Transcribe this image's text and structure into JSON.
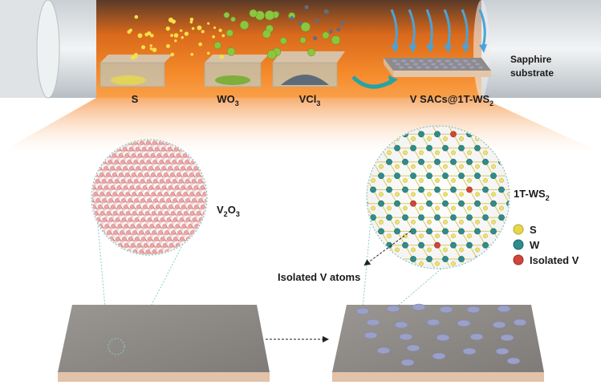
{
  "furnace": {
    "zones": [
      {
        "label": "S",
        "sub": ""
      },
      {
        "label": "WO",
        "sub": "3"
      },
      {
        "label": "VCl",
        "sub": "3"
      },
      {
        "label": "V SACs@1T-WS",
        "sub": "2"
      }
    ],
    "substrate_label_line1": "Sapphire",
    "substrate_label_line2": "substrate"
  },
  "left_panel": {
    "lattice_label": "V",
    "lattice_sub1": "2",
    "lattice_mid": "O",
    "lattice_sub2": "3"
  },
  "right_panel": {
    "lattice_label": "1T-WS",
    "lattice_sub": "2",
    "annotation": "Isolated V atoms",
    "legend": [
      {
        "label": "S",
        "color": "#e6d64a"
      },
      {
        "label": "W",
        "color": "#2f8c8c"
      },
      {
        "label": "Isolated V",
        "color": "#d0463a"
      }
    ]
  },
  "colors": {
    "furnace_glow": "#f07a1e",
    "v2o3_atoms": "#e8a0a0",
    "substrate_top": "#8e8a87",
    "substrate_edge": "#e2c2a8",
    "v_dots": "#9aa0c8"
  }
}
